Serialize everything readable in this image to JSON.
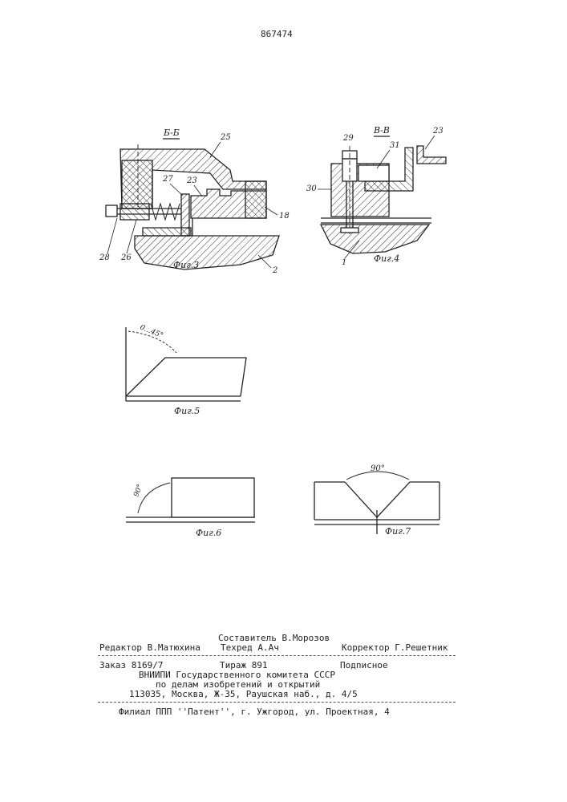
{
  "doc": {
    "number": "867474"
  },
  "figures": {
    "fig3": {
      "caption": "Фиг.3",
      "section": "Б-Б",
      "labels": [
        "25",
        "27",
        "23",
        "18",
        "28",
        "26",
        "2"
      ]
    },
    "fig4": {
      "caption": "Фиг.4",
      "section": "В-В",
      "labels": [
        "29",
        "31",
        "23",
        "30",
        "1"
      ]
    },
    "fig5": {
      "caption": "Фиг.5",
      "angle": "0...45°"
    },
    "fig6": {
      "caption": "Фиг.6",
      "angle": "90°"
    },
    "fig7": {
      "caption": "Фиг.7",
      "angle": "90°"
    }
  },
  "footer": {
    "compiler": "Составитель В.Морозов",
    "editor": "Редактор В.Матюхина",
    "techred": "Техред А.Ач",
    "corrector": "Корректор Г.Решетник",
    "order": "Заказ 8169/7",
    "circulation": "Тираж 891",
    "subscription": "Подписное",
    "org_line1": "ВНИИПИ Государственного комитета СССР",
    "org_line2": "по делам изобретений и открытий",
    "address": "113035, Москва, Ж-35, Раушская наб., д. 4/5",
    "branch": "Филиал ППП ''Патент'', г. Ужгород, ул. Проектная, 4"
  }
}
